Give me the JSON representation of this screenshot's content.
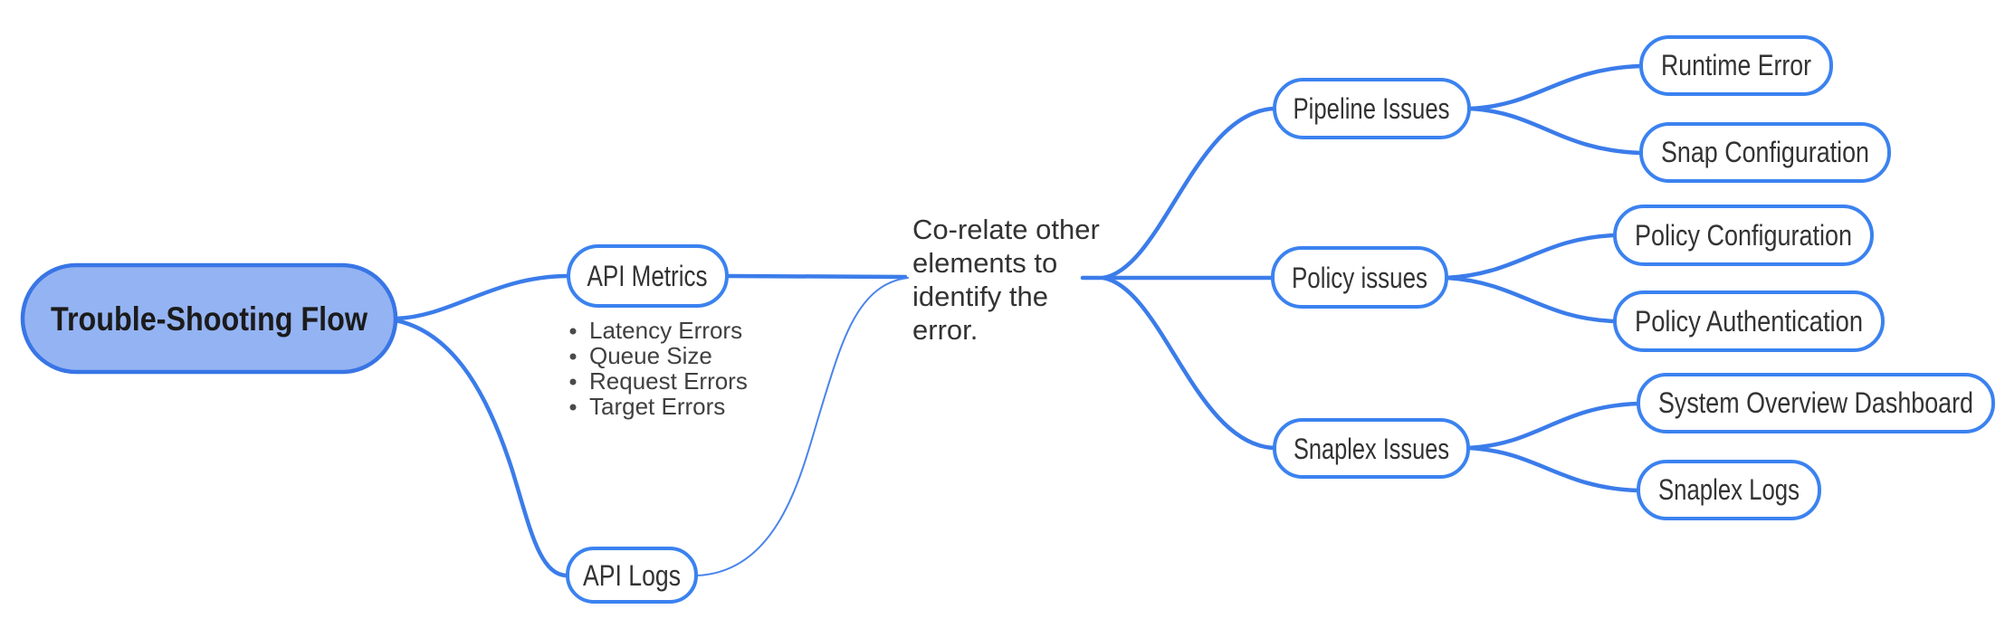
{
  "diagram": {
    "background": "#ffffff",
    "accent_stroke": "#3b7cea",
    "root_fill": "#94b3f2",
    "text_color": "#333333",
    "root": {
      "label": "Trouble-Shooting Flow"
    },
    "level1": [
      {
        "label": "API Metrics",
        "bullets": [
          "Latency Errors",
          "Queue Size",
          "Request Errors",
          "Target Errors"
        ]
      },
      {
        "label": "API Logs"
      }
    ],
    "note": {
      "lines": [
        "Co-relate other",
        "elements to",
        "identify the",
        "error."
      ]
    },
    "level2": [
      {
        "label": "Pipeline Issues",
        "children": [
          "Runtime Error",
          "Snap Configuration"
        ]
      },
      {
        "label": "Policy issues",
        "children": [
          "Policy Configuration",
          "Policy Authentication"
        ]
      },
      {
        "label": "Snaplex Issues",
        "children": [
          "System Overview Dashboard",
          "Snaplex Logs"
        ]
      }
    ]
  }
}
